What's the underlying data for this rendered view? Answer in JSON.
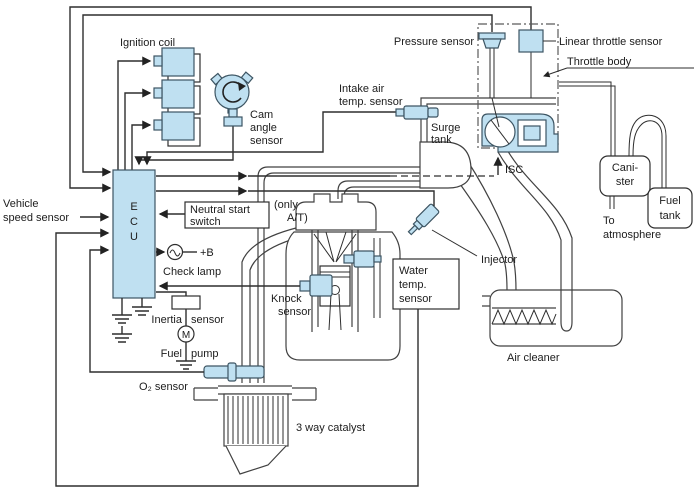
{
  "colors": {
    "component_fill": "#bfe0f1",
    "component_edge": "#3d5563",
    "line": "#2e2e2e",
    "pipe": "#414141",
    "dash": "#5a5a5a",
    "text": "#1c1c1c",
    "background": "#ffffff"
  },
  "labels": {
    "ignition_coil": "Ignition coil",
    "cam": [
      "Cam",
      "angle",
      "sensor"
    ],
    "vehicle": [
      "Vehicle",
      "speed sensor"
    ],
    "ecu": [
      "E",
      "C",
      "U"
    ],
    "neutral": [
      "Neutral start",
      "switch"
    ],
    "only_at": [
      "(only",
      "A/T)"
    ],
    "plus_b": "+B",
    "check_lamp": "Check lamp",
    "inertia": [
      "Inertia",
      "sensor"
    ],
    "motor": "M",
    "fuel_pump": [
      "Fuel",
      "pump"
    ],
    "o2": "O₂ sensor",
    "catalyst": "3 way catalyst",
    "knock": [
      "Knock",
      "sensor"
    ],
    "water": [
      "Water",
      "temp.",
      "sensor"
    ],
    "injector": "Injector",
    "intake": [
      "Intake air",
      "temp. sensor"
    ],
    "surge": [
      "Surge",
      "tank"
    ],
    "pressure": "Pressure sensor",
    "linear": "Linear throttle sensor",
    "throttle_body": "Throttle body",
    "isc": "ISC",
    "canister": [
      "Cani-",
      "ster"
    ],
    "fuel_tank": [
      "Fuel",
      "tank"
    ],
    "atmosphere": [
      "To",
      "atmosphere"
    ],
    "air_cleaner": "Air cleaner"
  }
}
